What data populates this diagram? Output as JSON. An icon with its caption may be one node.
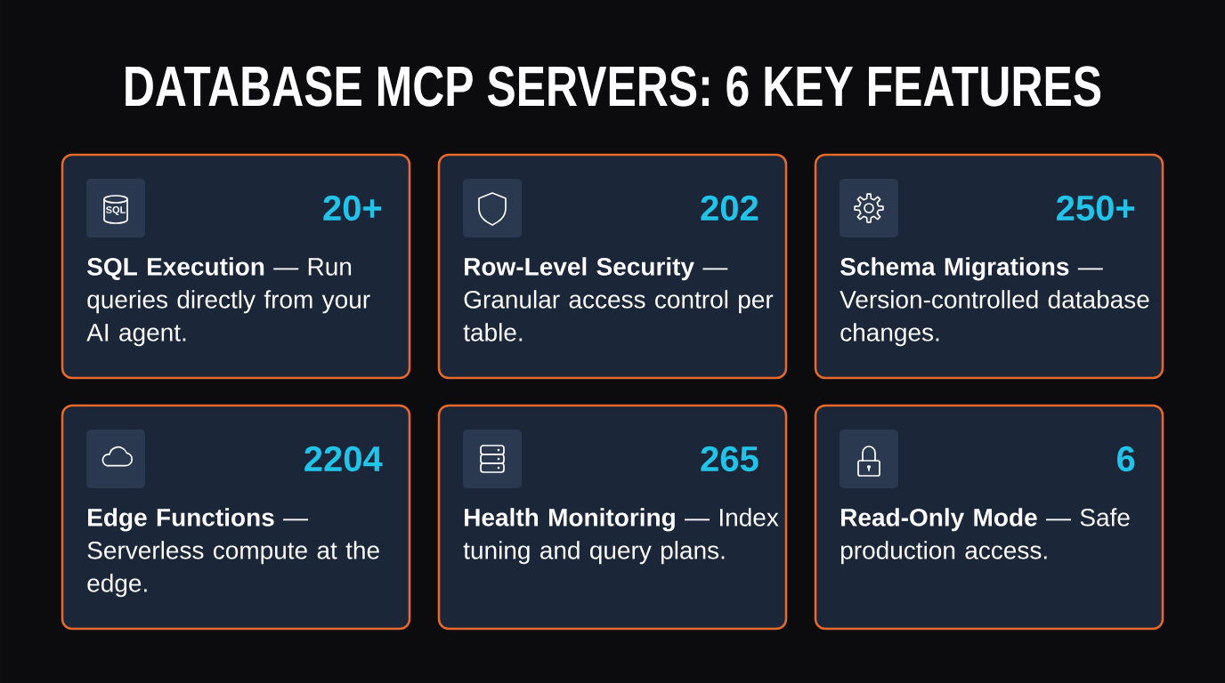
{
  "diagram": {
    "title": "DATABASE MCP SERVERS: 6 KEY FEATURES",
    "nodes": [
      {
        "text": [
          "20+",
          "**SQL Execution** — Run queries directly from your AI agent."
        ]
      },
      {
        "text": [
          "202",
          "**Row-Level Security** — Granular access control per table."
        ]
      },
      {
        "text": [
          "250+",
          "**Schema Migrations** — Version-controlled database changes."
        ]
      },
      {
        "text": [
          "2204",
          "**Edge Functions** — Serverless compute at the edge."
        ]
      },
      {
        "text": [
          "265",
          "**Health Monitoring** — Index tuning and query plans."
        ]
      },
      {
        "text": [
          "6",
          "**Read-Only Mode** — Safe production access."
        ]
      }
    ],
    "labels": [
      "SQL"
    ]
  }
}
